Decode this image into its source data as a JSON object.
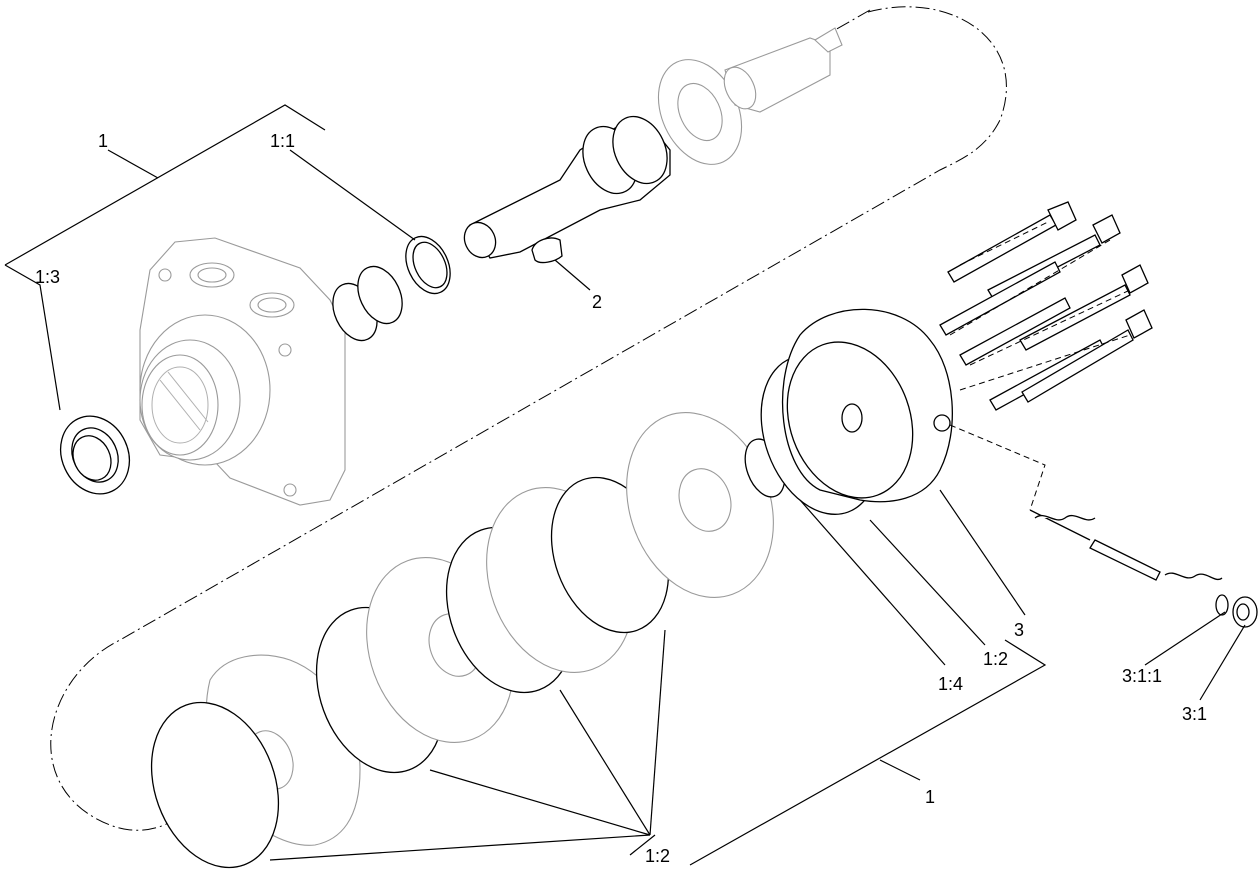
{
  "callouts": {
    "c1_top": "1",
    "c1_1": "1:1",
    "c1_3": "1:3",
    "c2": "2",
    "c3": "3",
    "c1_2_right": "1:2",
    "c1_4": "1:4",
    "c3_1_1": "3:1:1",
    "c3_1": "3:1",
    "c1_bottom": "1",
    "c1_2_bottom": "1:2"
  }
}
